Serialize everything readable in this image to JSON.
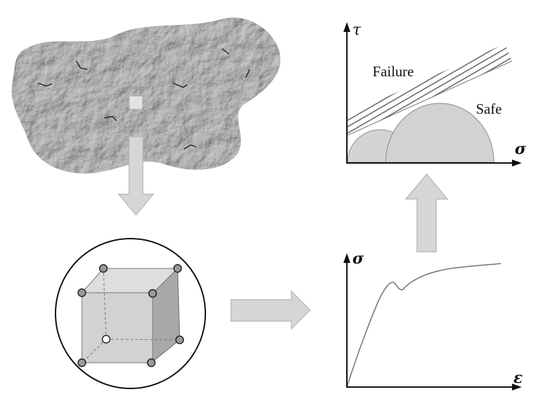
{
  "mohr_plot": {
    "axis_y_symbol": "τ",
    "axis_x_symbol": "σ",
    "failure_label": "Failure",
    "safe_label": "Safe"
  },
  "stress_strain_plot": {
    "axis_y_symbol": "σ",
    "axis_x_symbol": "ε"
  },
  "colors": {
    "rock_fill": "#8a8a8a",
    "arrow_fill": "#d6d6d6",
    "cube_front": "#d2d2d2",
    "cube_side": "#a8a8a8",
    "node_fill": "#9a9a9a",
    "mohr_circle_fill": "#d4d4d4"
  },
  "icons": {
    "rock_mass": "rock-texture",
    "unit_cell": "cube-with-nodes"
  }
}
